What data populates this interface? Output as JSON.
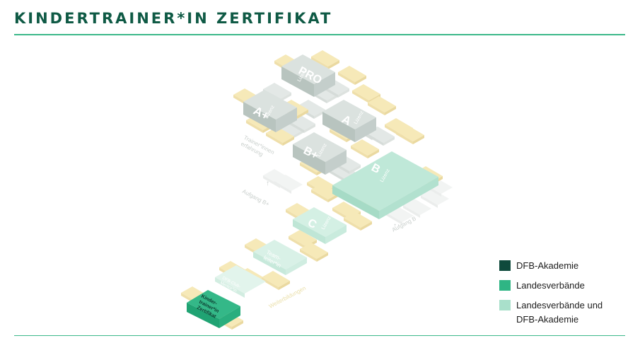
{
  "page": {
    "title": "KINDERTRAINER*IN ZERTIFIKAT"
  },
  "colors": {
    "title": "#0f5a45",
    "rule": "#3cb88a",
    "dfb_akademie": "#0f4a3c",
    "landesverbaende": "#2fb584",
    "landesverbaende_und_dfb": "#a9e0cb",
    "inactive_gray": "#c6d0cc",
    "inactive_yellow": "#f6e9b8"
  },
  "diagram": {
    "blocks": {
      "pro": {
        "main": "PRO",
        "sub": "Lizenz"
      },
      "a_plus": {
        "main": "A+",
        "sub": "Lizenz"
      },
      "a": {
        "main": "A",
        "sub": "Lizenz"
      },
      "b_plus": {
        "main": "B+",
        "sub": "Lizenz"
      },
      "b": {
        "main": "B",
        "sub": "Lizenz"
      },
      "c": {
        "main": "C",
        "sub": "Lizenz"
      },
      "teamleiter": {
        "line1": "Team-",
        "line2": "leiter*in"
      },
      "dfb_club": {
        "line1": "DFB-Club-",
        "line2": "Mentor*in",
        "line3": "Basiswissen"
      },
      "kindertrainer": {
        "line1": "Kinder-",
        "line2": "trainer*in",
        "line3": "Zertifikat"
      }
    },
    "labels": {
      "trainer_erfahrung_1": "Trainer*innen",
      "trainer_erfahrung_2": "erfahrung",
      "aufgang_b_plus": "Aufgang B+",
      "aufgang_b": "Aufgang B",
      "weiterbildungen": "Weiterbildungen"
    }
  },
  "legend": [
    {
      "label": "DFB-Akademie",
      "color": "#0f4a3c"
    },
    {
      "label": "Landesverbände",
      "color": "#2fb584"
    },
    {
      "label": "Landesverbände und DFB-Akademie",
      "color": "#a9e0cb"
    }
  ]
}
